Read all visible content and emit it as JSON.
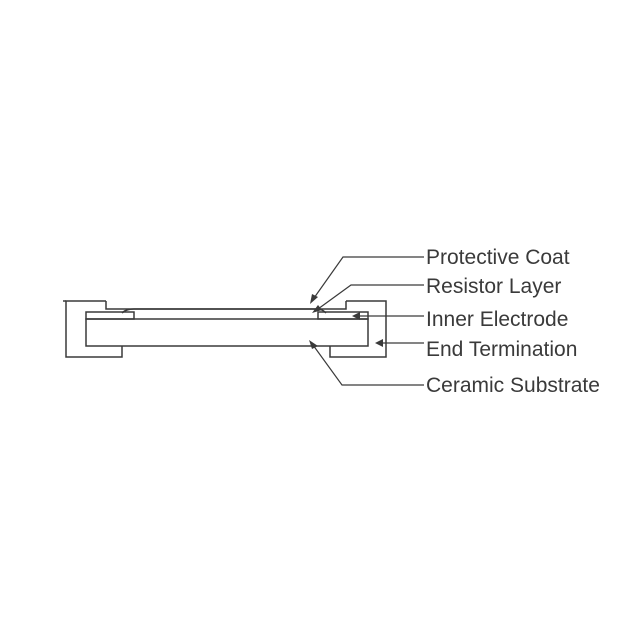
{
  "diagram": {
    "labels": {
      "protective_coat": "Protective Coat",
      "resistor_layer": "Resistor Layer",
      "inner_electrode": "Inner Electrode",
      "end_termination": "End Termination",
      "ceramic_substrate": "Ceramic Substrate"
    },
    "colors": {
      "line": "#3a3a3a",
      "background": "#ffffff"
    }
  }
}
